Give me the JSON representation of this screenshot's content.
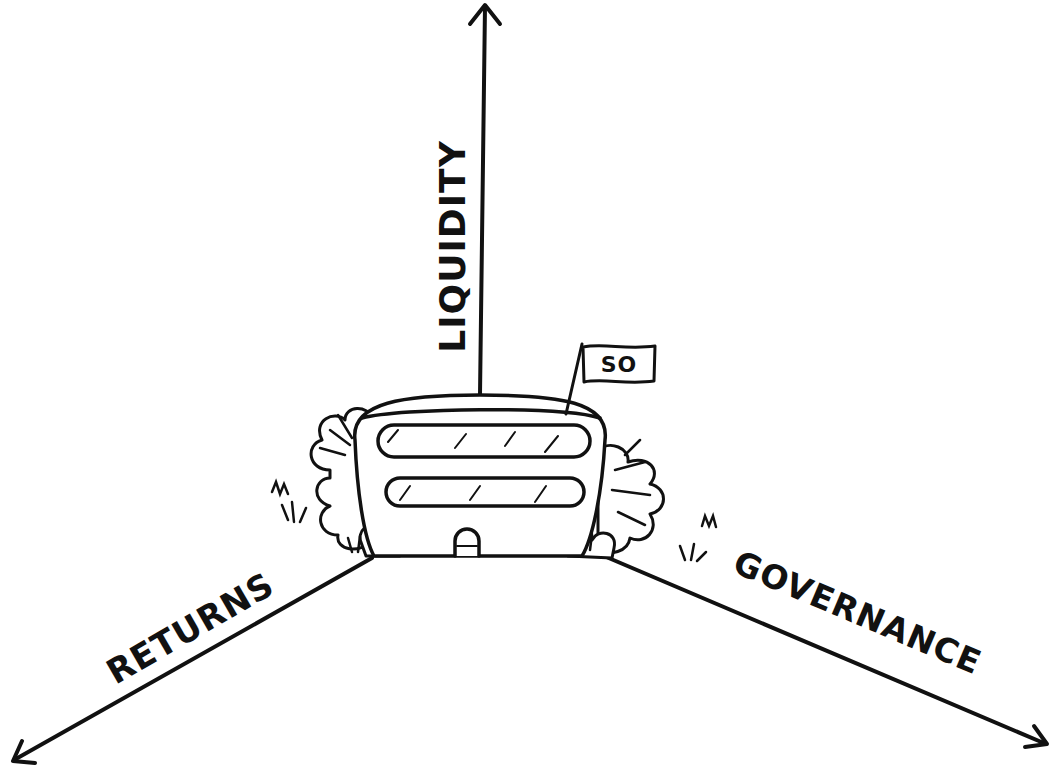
{
  "diagram": {
    "nodes": [
      {
        "text": [
          "SO"
        ]
      }
    ],
    "labels": [
      "LIQUIDITY",
      "RETURNS",
      "GOVERNANCE"
    ]
  }
}
